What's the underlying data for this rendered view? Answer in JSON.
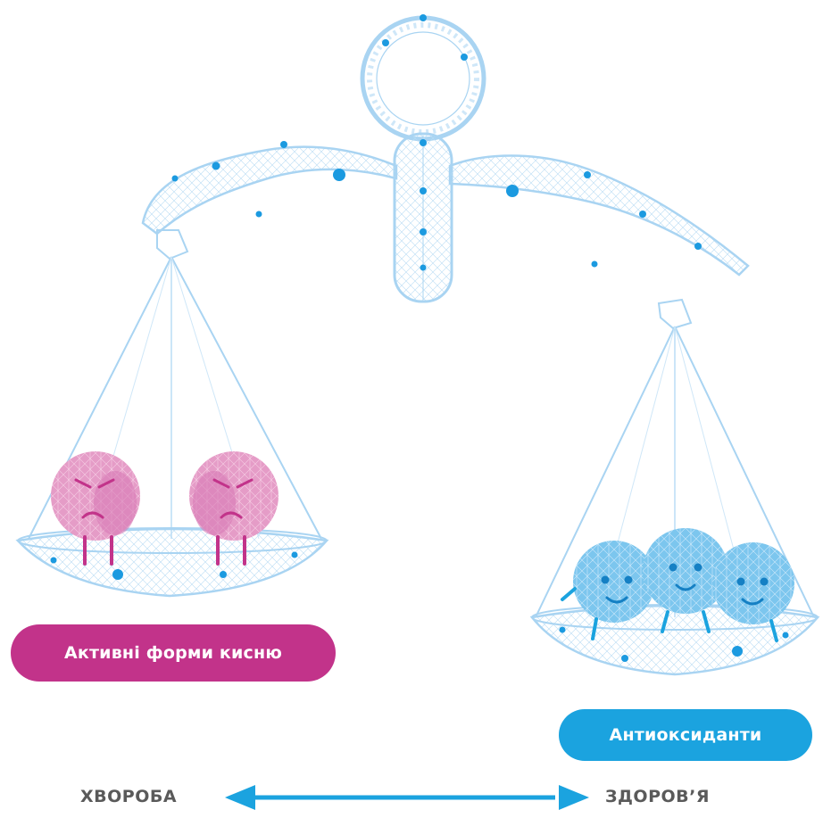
{
  "labels": {
    "ros": "Активні форми кисню",
    "antioxidants": "Антиоксиданти",
    "disease": "ХВОРОБА",
    "health": "ЗДОРОВ’Я"
  },
  "colors": {
    "mesh": "#a9d4f2",
    "mesh_dark": "#7fbde9",
    "node": "#1b9ae0",
    "ros": "#c2338a",
    "ros_body": "#e59cc7",
    "antioxidant": "#1ba3df",
    "antioxidant_body": "#7cc6ee",
    "arrow": "#1ba3df",
    "text_gray": "#5a5a5a"
  },
  "icons": {
    "scale": "balance-scale-icon",
    "ros_character": "angry-molecule-icon",
    "antioxidant_character": "smiling-molecule-icon",
    "axis": "double-arrow-icon"
  }
}
